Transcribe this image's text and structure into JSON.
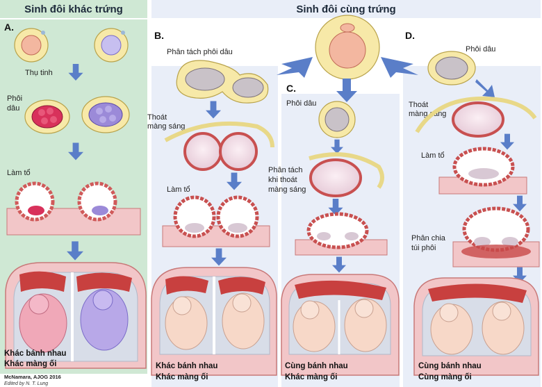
{
  "colors": {
    "left_panel": "#cfe8d4",
    "right_panel": "#e9eef8",
    "arrow": "#5a7ec8",
    "embryo_cell": "#f1e4ea",
    "embryo_red": "#d8315b",
    "embryo_purple": "#9b8ad8",
    "zona": "#f7e9a8",
    "uterus": "#f2c6c8",
    "uterus_wall": "#e8a0a8",
    "placenta": "#c8403f",
    "fetus": "#f7d8c8"
  },
  "left": {
    "header": "Sinh đôi khác trứng",
    "section": "A.",
    "label_fertilize": "Thụ tinh",
    "label_embryo_1": "Phôi",
    "label_embryo_2": "dâu",
    "label_implant": "Làm tổ",
    "result_1": "Khác bánh nhau",
    "result_2": "Khác màng ối",
    "credit_1": "McNamara, AJOG 2016",
    "credit_2": "Edited by N. T. Lung"
  },
  "right": {
    "header": "Sinh đôi cùng trứng",
    "B": {
      "section": "B.",
      "label_split": "Phân tách phôi dâu",
      "label_hatch_1": "Thoát",
      "label_hatch_2": "màng sáng",
      "label_implant": "Làm tổ",
      "result_1": "Khác bánh nhau",
      "result_2": "Khác màng ối"
    },
    "C": {
      "section": "C.",
      "label_morula": "Phôi dâu",
      "label_split_1": "Phân tách",
      "label_split_2": "khi thoát",
      "label_split_3": "màng sáng",
      "result_1": "Cùng bánh nhau",
      "result_2": "Khác màng ối"
    },
    "D": {
      "section": "D.",
      "label_morula": "Phôi dâu",
      "label_hatch_1": "Thoát",
      "label_hatch_2": "màng sáng",
      "label_implant": "Làm tổ",
      "label_split_1": "Phân chia",
      "label_split_2": "túi phôi",
      "result_1": "Cùng bánh nhau",
      "result_2": "Cùng màng ối"
    }
  }
}
